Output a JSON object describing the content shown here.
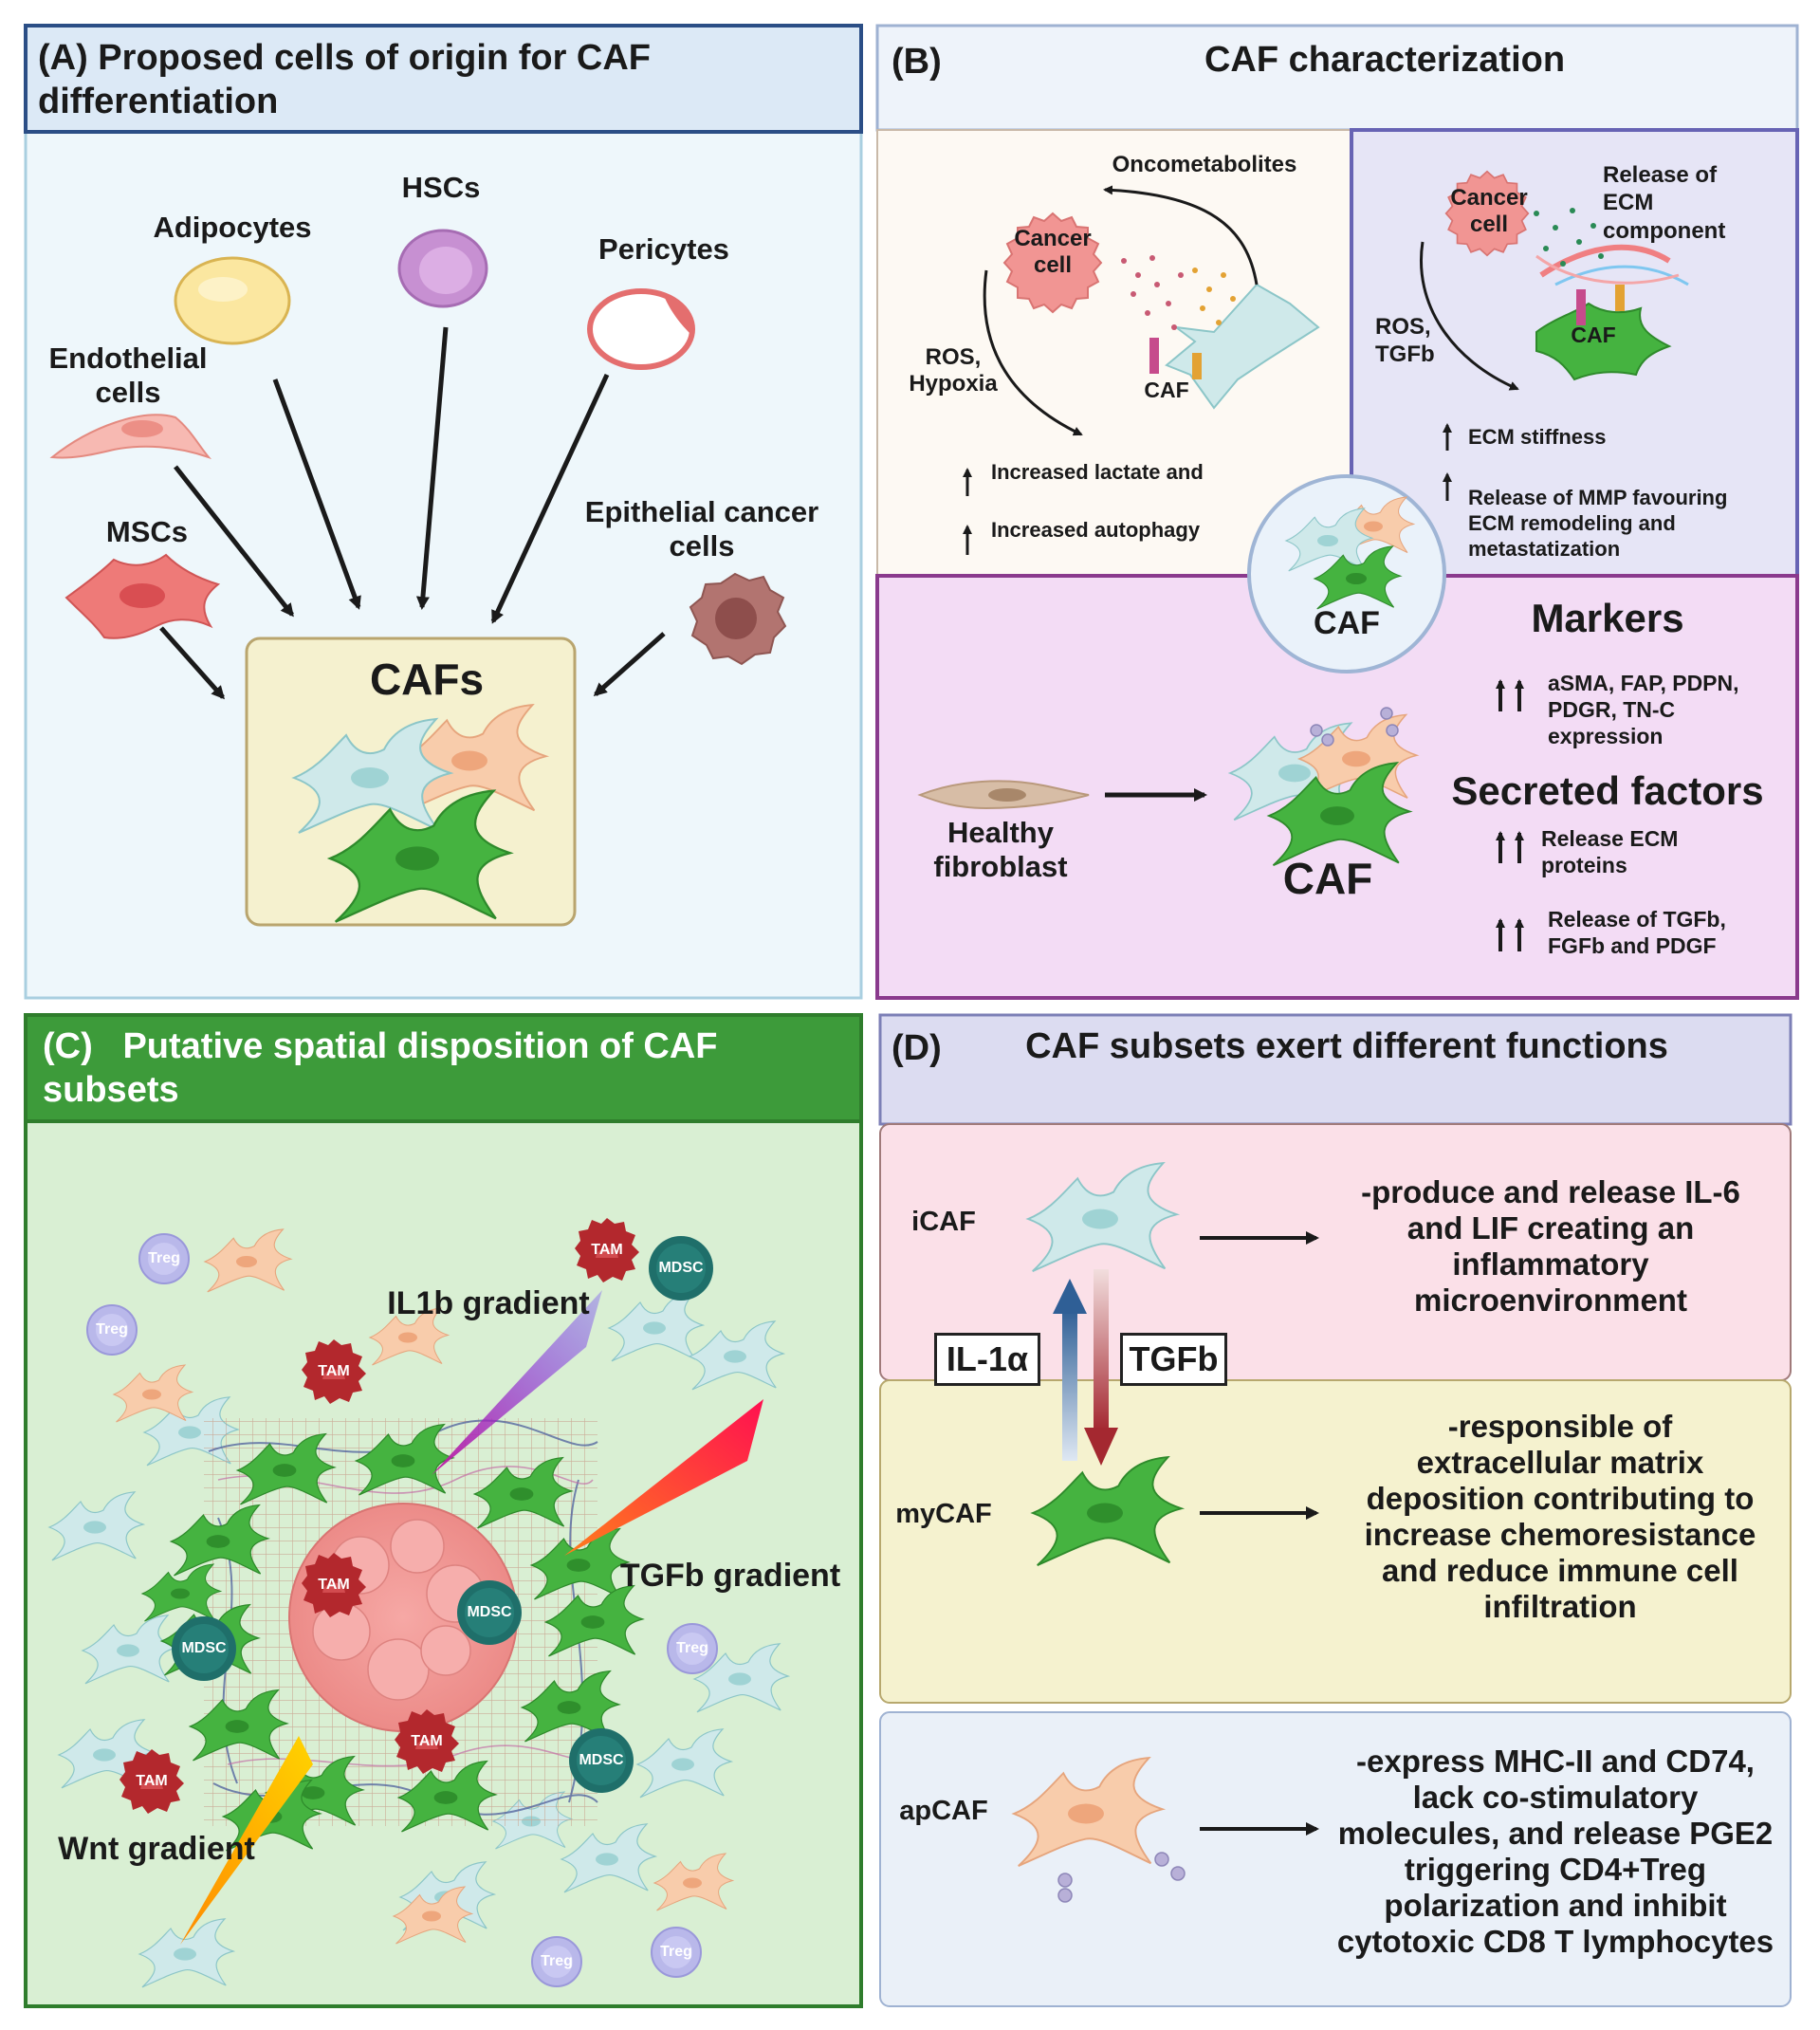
{
  "panelA": {
    "title": "(A) Proposed cells of origin for CAF differentiation",
    "cells": {
      "adipocytes": "Adipocytes",
      "hscs": "HSCs",
      "pericytes": "Pericytes",
      "endothelial": "Endothelial cells",
      "mscs": "MSCs",
      "epithelial": "Epithelial cancer cells"
    },
    "target": "CAFs"
  },
  "panelB": {
    "title_letter": "(B)",
    "title": "CAF characterization",
    "metabolic": {
      "oncometabolites": "Oncometabolites",
      "cancer_cell": "Cancer cell",
      "caf": "CAF",
      "ros": "ROS, Hypoxia",
      "lactate": "Increased lactate and",
      "autophagy": "Increased autophagy"
    },
    "ecm": {
      "cancer_cell": "Cancer cell",
      "release": "Release of ECM component",
      "ros": "ROS, TGFb",
      "caf": "CAF",
      "stiffness": "ECM stiffness",
      "mmp": "Release of MMP favouring ECM remodeling and metastatization"
    },
    "center": "CAF",
    "markers_title": "Markers",
    "markers_text": "aSMA, FAP, PDPN, PDGR, TN-C expression",
    "healthy": "Healthy fibroblast",
    "caf_big": "CAF",
    "secreted_title": "Secreted factors",
    "secreted_1": "Release ECM proteins",
    "secreted_2": "Release of TGFb, FGFb and PDGF"
  },
  "panelC": {
    "title_letter": "(C)",
    "title": "Putative spatial disposition of CAF subsets",
    "il1b": "IL1b gradient",
    "tgfb": "TGFb gradient",
    "wnt": "Wnt gradient",
    "cell_labels": {
      "treg": "Treg",
      "tam": "TAM",
      "mdsc": "MDSC"
    }
  },
  "panelD": {
    "title_letter": "(D)",
    "title": "CAF subsets exert different functions",
    "icaf": "iCAF",
    "icaf_text": "-produce and release IL-6 and LIF creating an inflammatory microenvironment",
    "il1a": "IL-1α",
    "tgfb": "TGFb",
    "mycaf": "myCAF",
    "mycaf_text": "-responsible of extracellular matrix deposition contributing to increase chemoresistance and reduce immune cell infiltration",
    "apcaf": "apCAF",
    "apcaf_text": "-express MHC-II and CD74, lack co-stimulatory molecules, and release PGE2 triggering CD4+Treg polarization and inhibit cytotoxic CD8 T lymphocytes"
  },
  "colors": {
    "panelA_bg": "#eef7fb",
    "panelA_header": "#dce9f6",
    "panelB_bg": "#eef3fa",
    "panelB_purple": "#f3dcf5",
    "panelC_header": "#3d9b3a",
    "panelC_bg": "#d9efd3",
    "panelD_pink": "#fbe0e8",
    "panelD_yellow": "#f5f2cf",
    "panelD_blue": "#eaf0f8",
    "caf_green": "#44b33f",
    "caf_teal": "#cfe9ea",
    "caf_orange": "#f8ccab"
  }
}
